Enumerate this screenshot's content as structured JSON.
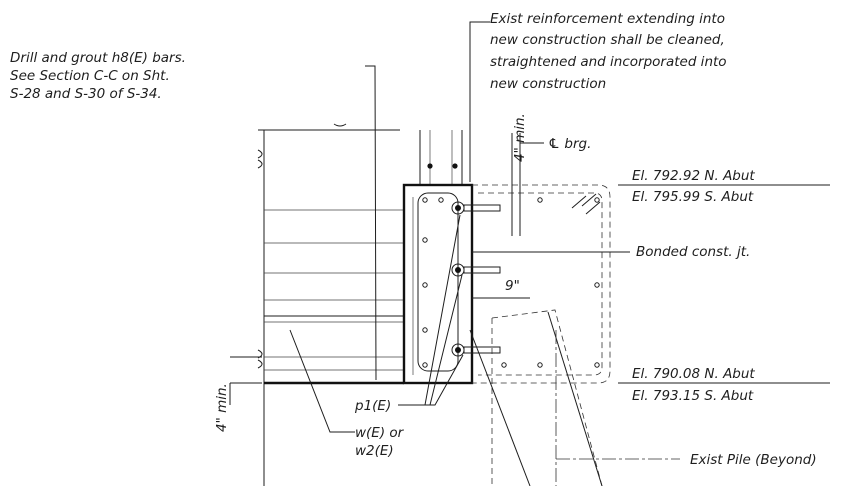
{
  "notes": {
    "drill_grout": [
      "Drill and grout h8(E) bars.",
      "See Section C-C on Sht.",
      "S-28 and S-30 of S-34."
    ],
    "exist_reinf": [
      "Exist reinforcement extending into",
      "new construction shall be cleaned,",
      "straightened and incorporated into",
      "new construction"
    ],
    "min_top": "4\" min.",
    "cl_brg": "℄ brg.",
    "el_top_n": "El. 792.92 N. Abut",
    "el_top_s": "El. 795.99 S. Abut",
    "bonded_jt": "Bonded const. jt.",
    "dim_9": "9\"",
    "el_bot_n": "El. 790.08 N. Abut",
    "el_bot_s": "El. 793.15 S. Abut",
    "p1": "p1(E)",
    "w_e": [
      "w(E) or",
      "w2(E)"
    ],
    "min_bot": "4\" min.",
    "exist_pile": "Exist Pile (Beyond)"
  }
}
